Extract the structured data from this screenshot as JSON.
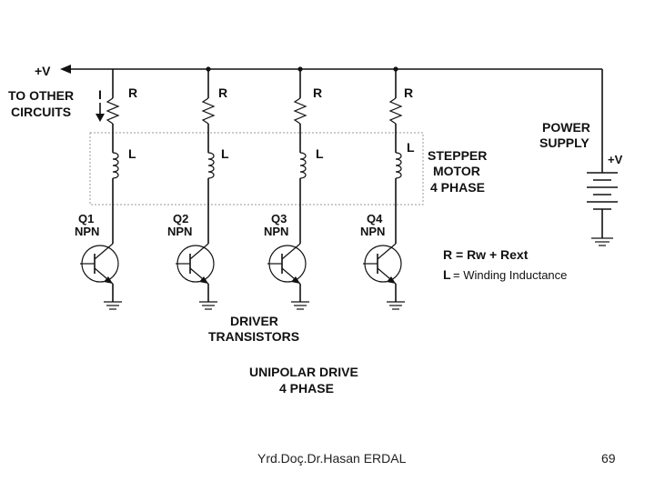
{
  "supply": {
    "plus_v_top": "+V",
    "to_other_line1": "TO  OTHER",
    "to_other_line2": "CIRCUITS",
    "current_label": "I",
    "power_line1": "POWER",
    "power_line2": "SUPPLY",
    "plus_v_battery": "+V"
  },
  "phases": [
    {
      "r": "R",
      "l": "L",
      "q": "Q1",
      "type": "NPN"
    },
    {
      "r": "R",
      "l": "L",
      "q": "Q2",
      "type": "NPN"
    },
    {
      "r": "R",
      "l": "L",
      "q": "Q3",
      "type": "NPN"
    },
    {
      "r": "R",
      "l": "L",
      "q": "Q4",
      "type": "NPN"
    }
  ],
  "motor": {
    "line1": "STEPPER",
    "line2": "MOTOR",
    "line3": "4 PHASE"
  },
  "legend": {
    "r_def": "R = Rw + Rext",
    "l_prefix": "L",
    "l_def": "= Winding  Inductance"
  },
  "driver": {
    "line1": "DRIVER",
    "line2": "TRANSISTORS"
  },
  "caption": {
    "line1": "UNIPOLAR DRIVE",
    "line2": "4 PHASE"
  },
  "footer": {
    "author": "Yrd.Doç.Dr.Hasan ERDAL",
    "page": "69"
  }
}
